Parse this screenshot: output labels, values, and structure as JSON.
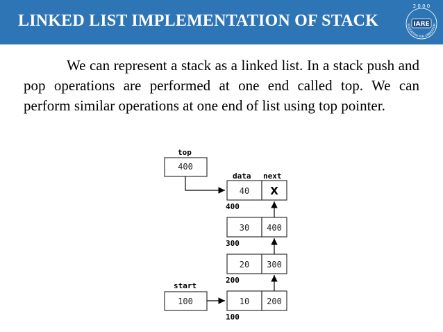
{
  "header": {
    "title": "LINKED LIST IMPLEMENTATION OF STACK",
    "logo": {
      "top_text": "2 0 0 0",
      "center_text": "IARE",
      "ring_text": "EDUCATION FOR LIBERATION"
    }
  },
  "body": {
    "paragraph": "We can represent a stack as a linked list. In a stack push and pop operations are performed at one end called top. We can perform similar operations at one end of list using top pointer."
  },
  "diagram": {
    "top_pointer": {
      "label": "top",
      "value": "400"
    },
    "start_pointer": {
      "label": "start",
      "value": "100"
    },
    "column_headers": {
      "data": "data",
      "next": "next"
    },
    "nodes": [
      {
        "address": "400",
        "data": "40",
        "next": "X"
      },
      {
        "address": "300",
        "data": "30",
        "next": "400"
      },
      {
        "address": "200",
        "data": "20",
        "next": "300"
      },
      {
        "address": "100",
        "data": "10",
        "next": "200"
      }
    ]
  }
}
